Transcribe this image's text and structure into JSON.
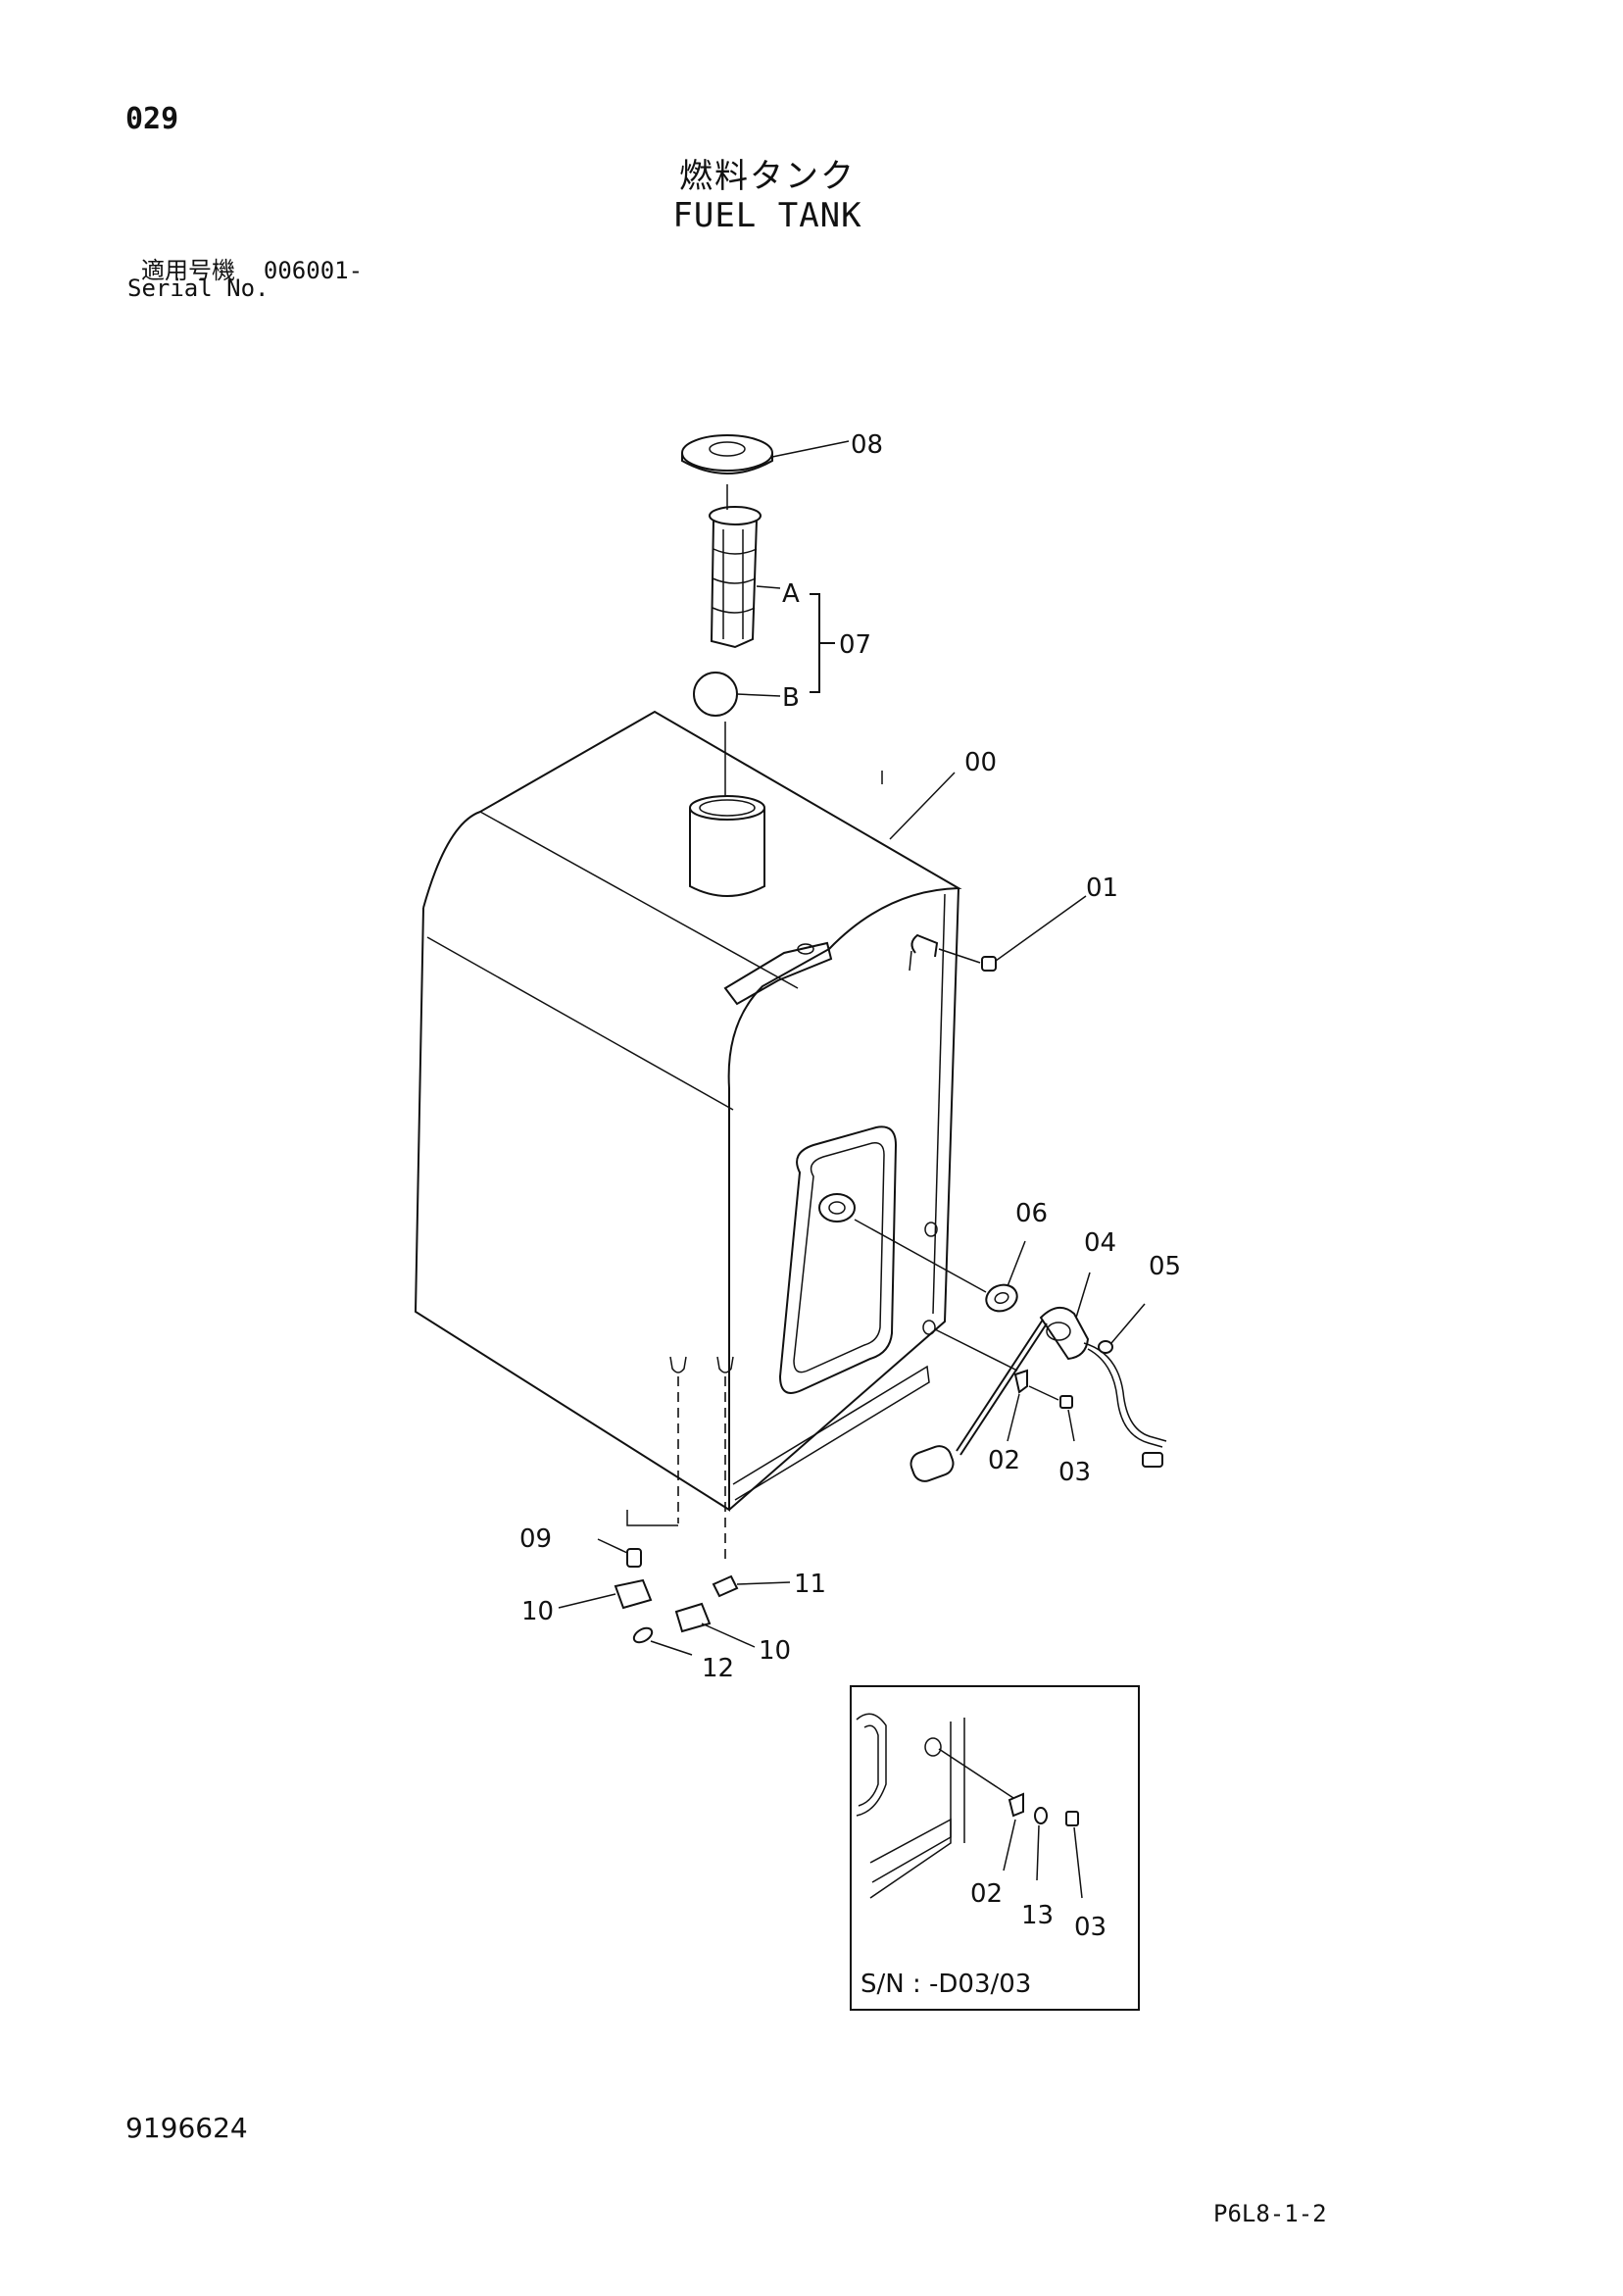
{
  "header": {
    "page_number": "029",
    "title_jp": "燃料タンク",
    "title_en": "FUEL TANK",
    "serial_label_jp": "適用号機",
    "serial_value": "006001-",
    "serial_label_en": "Serial No."
  },
  "callouts": {
    "c00": "00",
    "c01": "01",
    "c02": "02",
    "c03": "03",
    "c04": "04",
    "c05": "05",
    "c06": "06",
    "c07": "07",
    "c07a": "A",
    "c07b": "B",
    "c08": "08",
    "c09": "09",
    "c10a": "10",
    "c10b": "10",
    "c11": "11",
    "c12": "12"
  },
  "inset": {
    "c02": "02",
    "c13": "13",
    "c03": "03",
    "caption": "S/N : -D03/03"
  },
  "footer": {
    "document_number": "9196624",
    "page_reference": "P6L8-1-2"
  }
}
